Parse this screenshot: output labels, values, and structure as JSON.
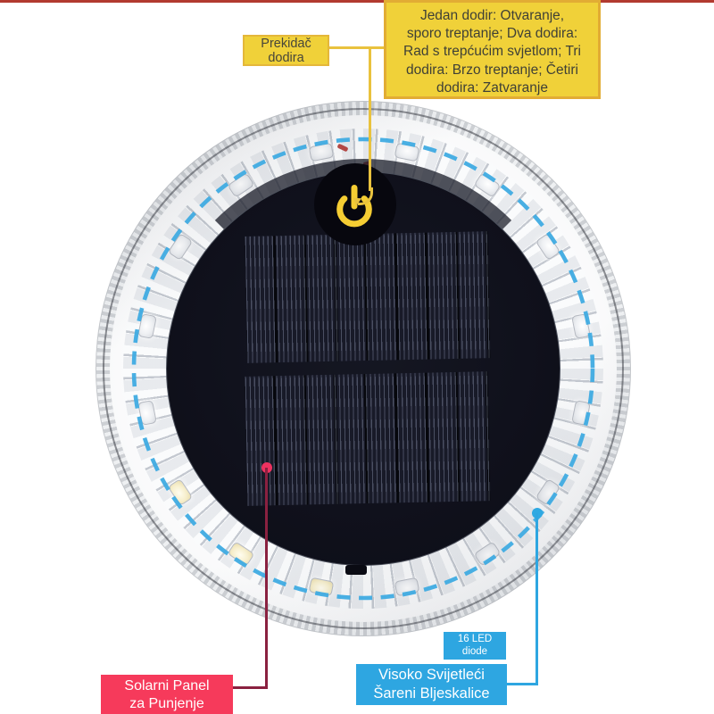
{
  "colors": {
    "top_strip": "#B23A2F",
    "yellow_box": "#F0D139",
    "yellow_border": "#E2AC34",
    "yellow_text": "#3F4036",
    "pink_box": "#F63A5B",
    "pink_line": "#8A2140",
    "cyan_box": "#2EA6E1",
    "dashed_ring": "#3FABE2",
    "power_icon": "#F5CD33"
  },
  "callouts": {
    "touch_switch": {
      "lines": [
        "Prekidač",
        "dodira"
      ]
    },
    "touch_modes": {
      "lines": [
        "Jedan dodir: Otvaranje,",
        "sporo treptanje; Dva dodira:",
        "Rad s trepćućim svjetlom; Tri",
        "dodira: Brzo treptanje; Četiri",
        "dodira: Zatvaranje"
      ]
    },
    "solar_panel": {
      "lines": [
        "Solarni Panel",
        "za Punjenje"
      ]
    },
    "led_count": {
      "lines": [
        "16 LED",
        "diode"
      ]
    },
    "flash": {
      "lines": [
        "Visoko Svijetleći",
        "Šareni Bljeskalice"
      ]
    }
  },
  "device": {
    "icon": "power-icon"
  }
}
